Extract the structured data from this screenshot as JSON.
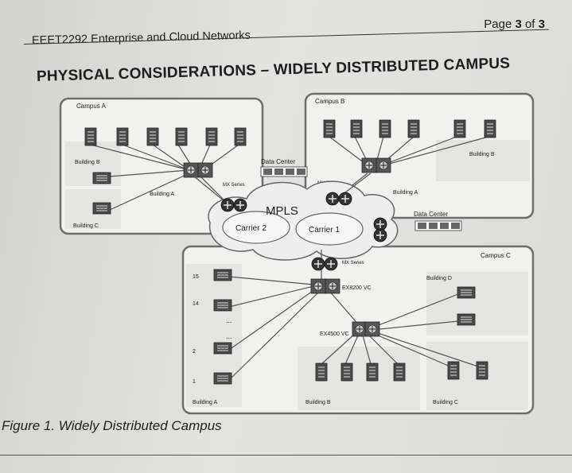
{
  "header": {
    "page_prefix": "Page ",
    "page_current": "3",
    "page_sep": " of ",
    "page_total": "3",
    "course": "EEET2292 Enterprise and Cloud Networks"
  },
  "title": "PHYSICAL CONSIDERATIONS – WIDELY DISTRIBUTED CAMPUS",
  "diagram": {
    "campus_a": "Campus A",
    "campus_b": "Campus B",
    "campus_c": "Campus C",
    "building_a": "Building A",
    "building_b": "Building B",
    "building_c": "Building C",
    "building_d": "Building D",
    "data_center": "Data Center",
    "mx_series": "MX Series",
    "mpls": "MPLS",
    "carrier_1": "Carrier 1",
    "carrier_2": "Carrier 2",
    "ex8200": "EX8200 VC",
    "ex4500": "EX4500 VC",
    "num_15": "15",
    "num_14": "14",
    "num_2": "2",
    "num_1": "1",
    "dots": "..."
  },
  "caption": "Figure 1. Widely Distributed Campus",
  "colors": {
    "frame": "#6e6e6e",
    "panel": "#f1f1ef",
    "device": "#4a4a4a",
    "cloud": "#eeeeee"
  }
}
